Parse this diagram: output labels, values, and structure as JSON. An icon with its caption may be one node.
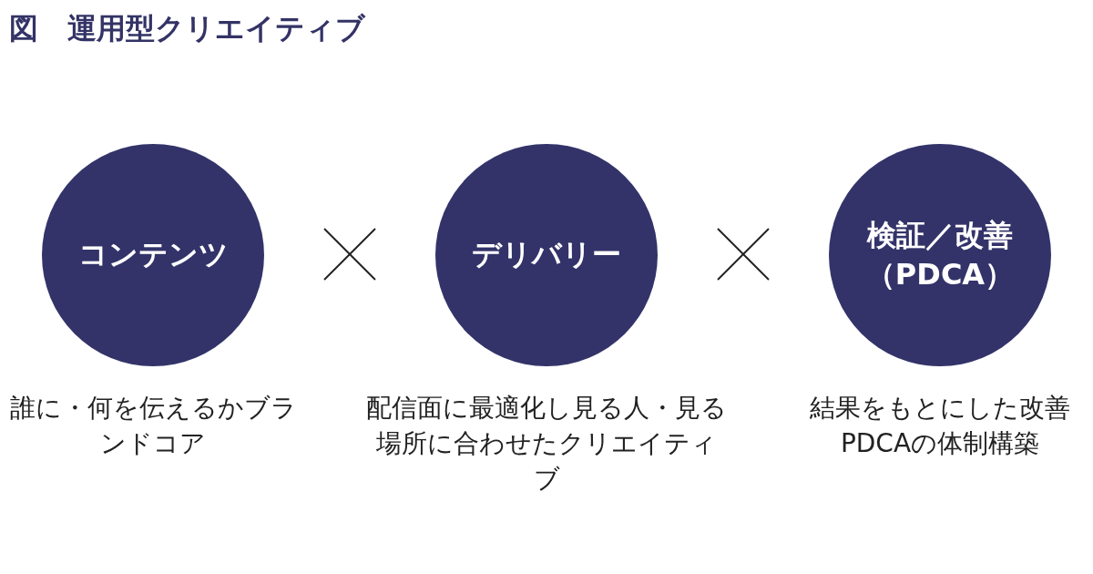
{
  "diagram": {
    "title": "図　運用型クリエイティブ",
    "nodes": [
      {
        "text": [
          "コンテンツ"
        ],
        "beside": [
          "誰に・何を伝えるかブランドコア"
        ]
      },
      {
        "text": [
          "デリバリー"
        ],
        "beside": [
          "配信面に最適化し見る人・見る場所に合わせたクリエイティブ"
        ]
      },
      {
        "text": [
          "検証／改善（PDCA）"
        ],
        "beside": [
          "結果をもとにした改善PDCAの体制構築"
        ]
      }
    ]
  }
}
